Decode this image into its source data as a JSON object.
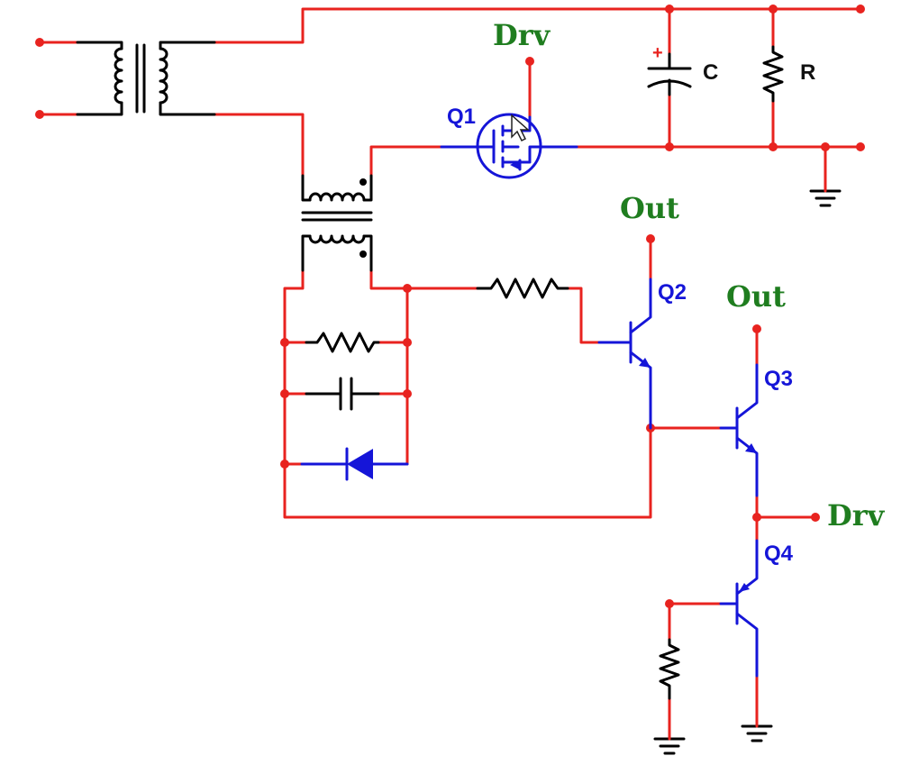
{
  "labels": {
    "q1_drv": "Drv",
    "q1": "Q1",
    "cap_c": "C",
    "cap_plus": "+",
    "res_r": "R",
    "q2_out": "Out",
    "q2": "Q2",
    "q3_out": "Out",
    "q3": "Q3",
    "q4_drv": "Drv",
    "q4": "Q4"
  },
  "colors": {
    "wire": "#e8231f",
    "component": "#1515d8",
    "winding": "#000000",
    "net_label": "#1f7d1f"
  }
}
